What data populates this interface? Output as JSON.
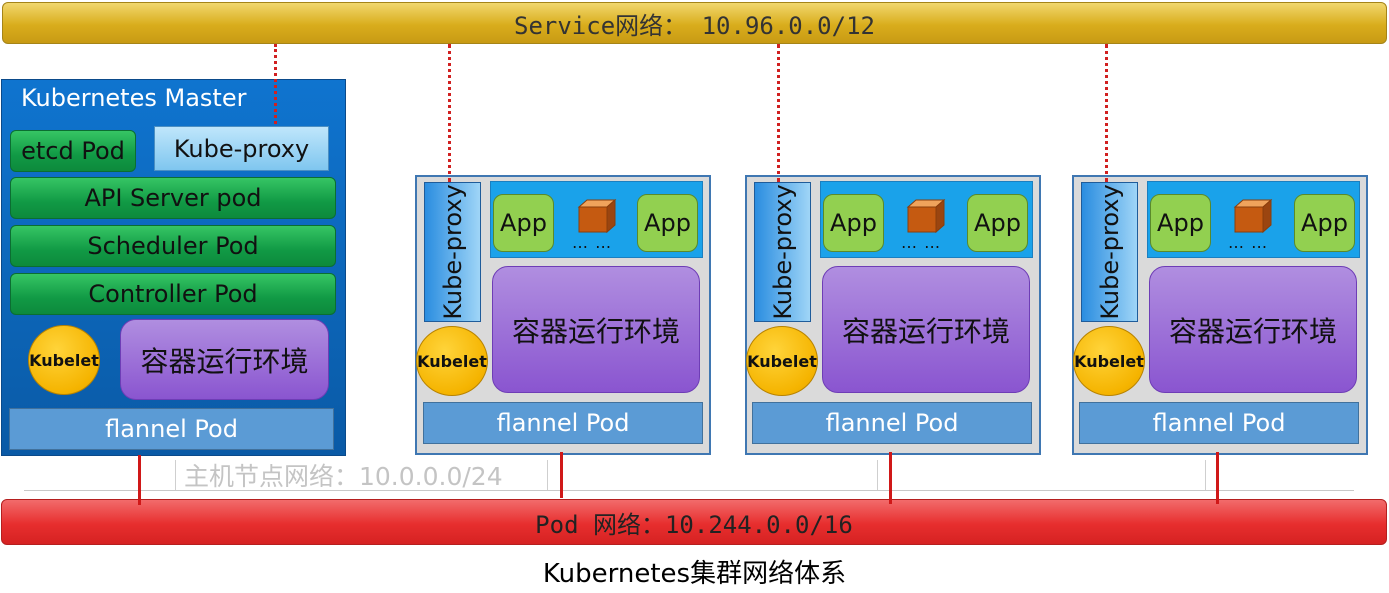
{
  "service_network": {
    "label": "Service网络： 10.96.0.0/12"
  },
  "pod_network": {
    "label": "Pod 网络：10.244.0.0/16"
  },
  "host_network": {
    "label": "主机节点网络：10.0.0.0/24"
  },
  "master": {
    "title": "Kubernetes Master",
    "etcd": "etcd Pod",
    "kube_proxy": "Kube-proxy",
    "api_server": "API Server pod",
    "scheduler": "Scheduler Pod",
    "controller": "Controller Pod",
    "kubelet": "Kubelet",
    "runtime": "容器运行环境",
    "flannel": "flannel Pod"
  },
  "nodes": [
    {
      "kube_proxy": "Kube-proxy",
      "app_left": "App",
      "app_right": "App",
      "dots": "… …",
      "runtime": "容器运行环境",
      "kubelet": "Kubelet",
      "flannel": "flannel Pod"
    },
    {
      "kube_proxy": "Kube-proxy",
      "app_left": "App",
      "app_right": "App",
      "dots": "… …",
      "runtime": "容器运行环境",
      "kubelet": "Kubelet",
      "flannel": "flannel Pod"
    },
    {
      "kube_proxy": "Kube-proxy",
      "app_left": "App",
      "app_right": "App",
      "dots": "… …",
      "runtime": "容器运行环境",
      "kubelet": "Kubelet",
      "flannel": "flannel Pod"
    }
  ],
  "caption": "Kubernetes集群网络体系",
  "colors": {
    "service_bar": "#d9ad1c",
    "pod_bar": "#e72e2e",
    "master_bg": "#0f74cf",
    "pod_green": "#119a45",
    "runtime_purple": "#8a55d0",
    "kubelet_yellow": "#f5b400",
    "flannel_blue": "#5b9bd5",
    "app_green": "#92d050",
    "connector_red": "#d01818"
  }
}
